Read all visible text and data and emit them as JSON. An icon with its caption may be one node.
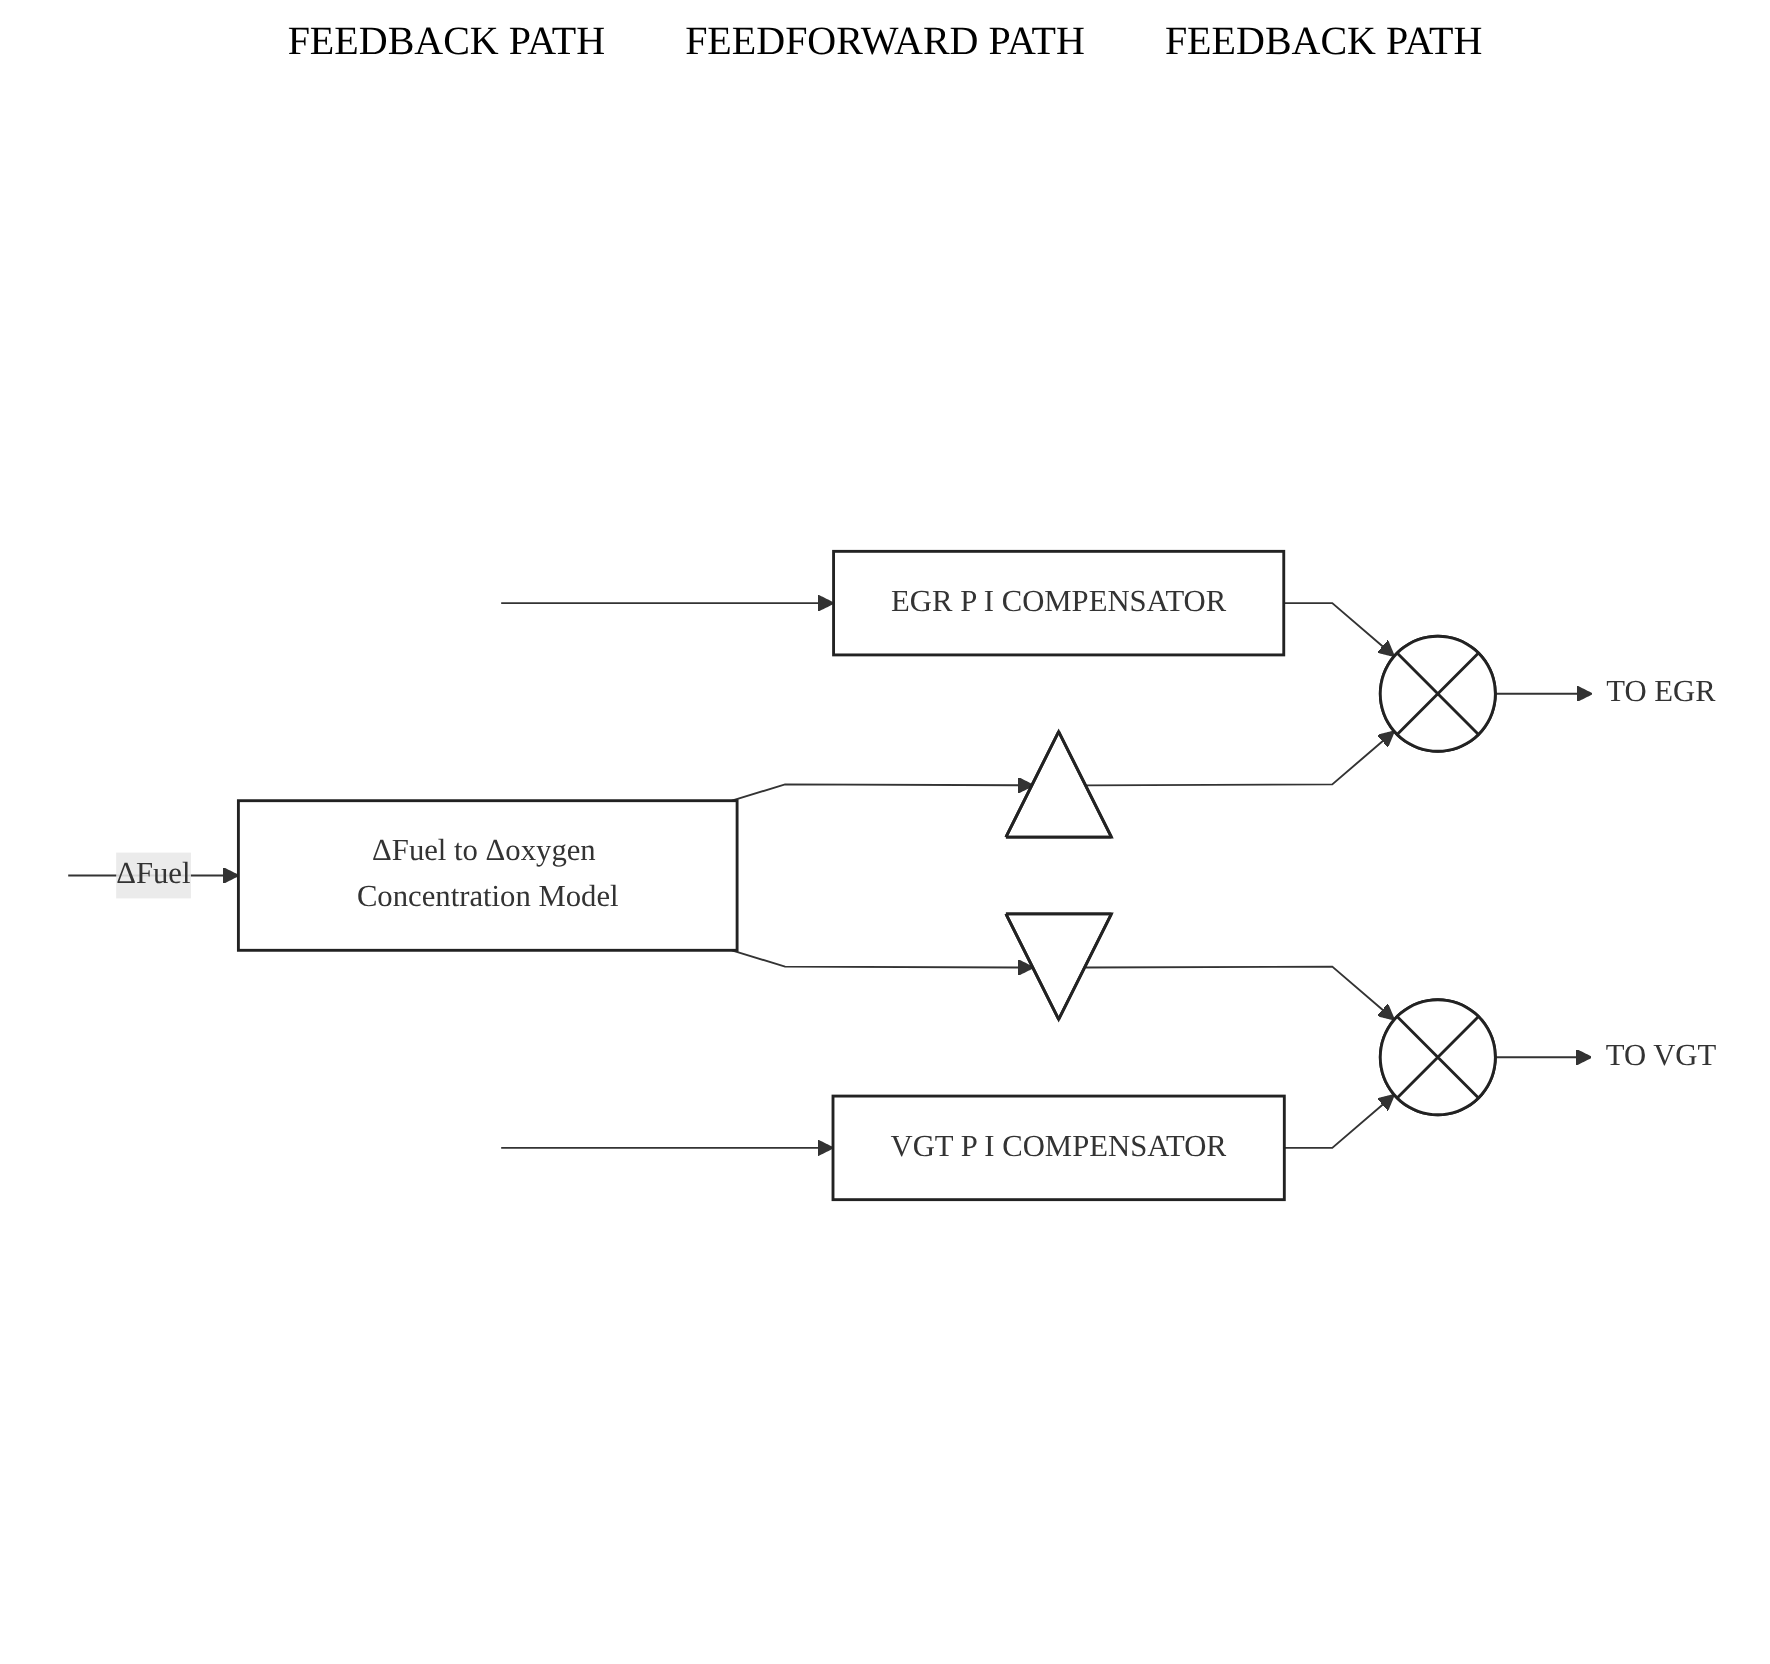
{
  "diagram": {
    "nodes": [
      {
        "text": [
          "EGR P I COMPENSATOR"
        ]
      },
      {
        "text": [],
        "shape": "circle"
      },
      {
        "text": [
          "TO EGR"
        ]
      },
      {
        "text": [],
        "shape": "triangle"
      },
      {
        "text": [
          "ΔFuel to Δoxygen Concentration Model"
        ]
      },
      {
        "text": [],
        "shape": "triangle"
      },
      {
        "text": [
          "VGT P I COMPENSATOR"
        ]
      },
      {
        "text": [],
        "shape": "circle"
      },
      {
        "text": [
          "TO VGT"
        ]
      }
    ],
    "edges": [
      {
        "from": null,
        "to": 0,
        "arrow": "to"
      },
      {
        "from": 0,
        "to": 1,
        "arrow": "to"
      },
      {
        "from": 1,
        "to": 2,
        "arrow": "to"
      },
      {
        "from": 3,
        "to": 1,
        "arrow": "to"
      },
      {
        "from": null,
        "to": 4,
        "arrow": "to",
        "label": "ΔFuel"
      },
      {
        "from": 4,
        "to": 3,
        "arrow": "to"
      },
      {
        "from": 4,
        "to": 5,
        "arrow": "to"
      },
      {
        "from": 5,
        "to": 7,
        "arrow": "to"
      },
      {
        "from": null,
        "to": 6,
        "arrow": "to"
      },
      {
        "from": 6,
        "to": 7,
        "arrow": "to"
      },
      {
        "from": 7,
        "to": 8,
        "arrow": "to"
      }
    ],
    "labels": [
      "FEEDBACK PATH",
      "FEEDFORWARD PATH",
      "FEEDBACK PATH"
    ]
  }
}
